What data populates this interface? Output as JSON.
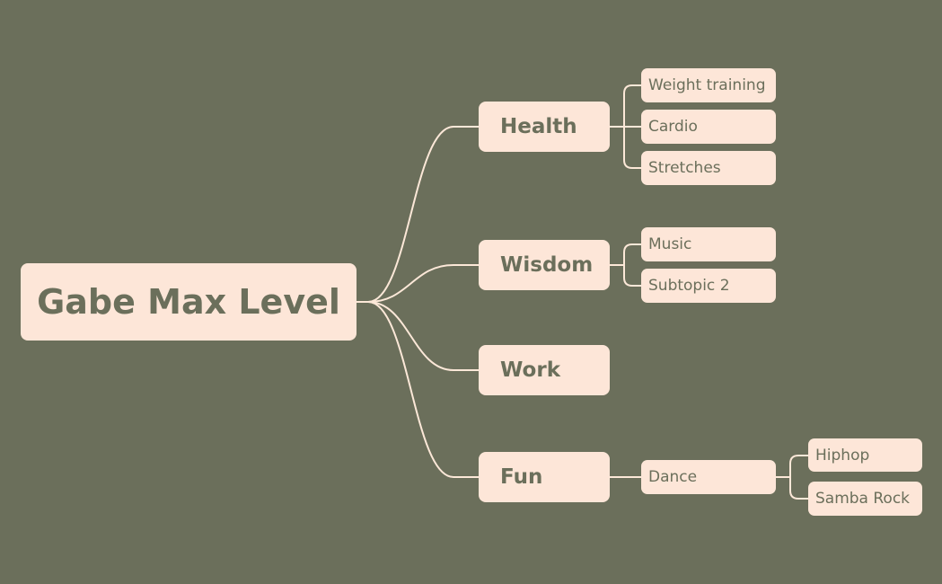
{
  "mindmap": {
    "root": "Gabe Max Level",
    "branches": {
      "health": {
        "label": "Health",
        "children": [
          "Weight training",
          "Cardio",
          "Stretches"
        ]
      },
      "wisdom": {
        "label": "Wisdom",
        "children": [
          "Music",
          "Subtopic 2"
        ]
      },
      "work": {
        "label": "Work",
        "children": []
      },
      "fun": {
        "label": "Fun",
        "children": [
          "Dance"
        ],
        "dance_children": [
          "Hiphop",
          "Samba Rock"
        ]
      }
    }
  },
  "colors": {
    "background": "#6b6f5b",
    "node_fill": "#fde6d8",
    "connector": "#fce8d8",
    "text": "#6b6f5b"
  }
}
